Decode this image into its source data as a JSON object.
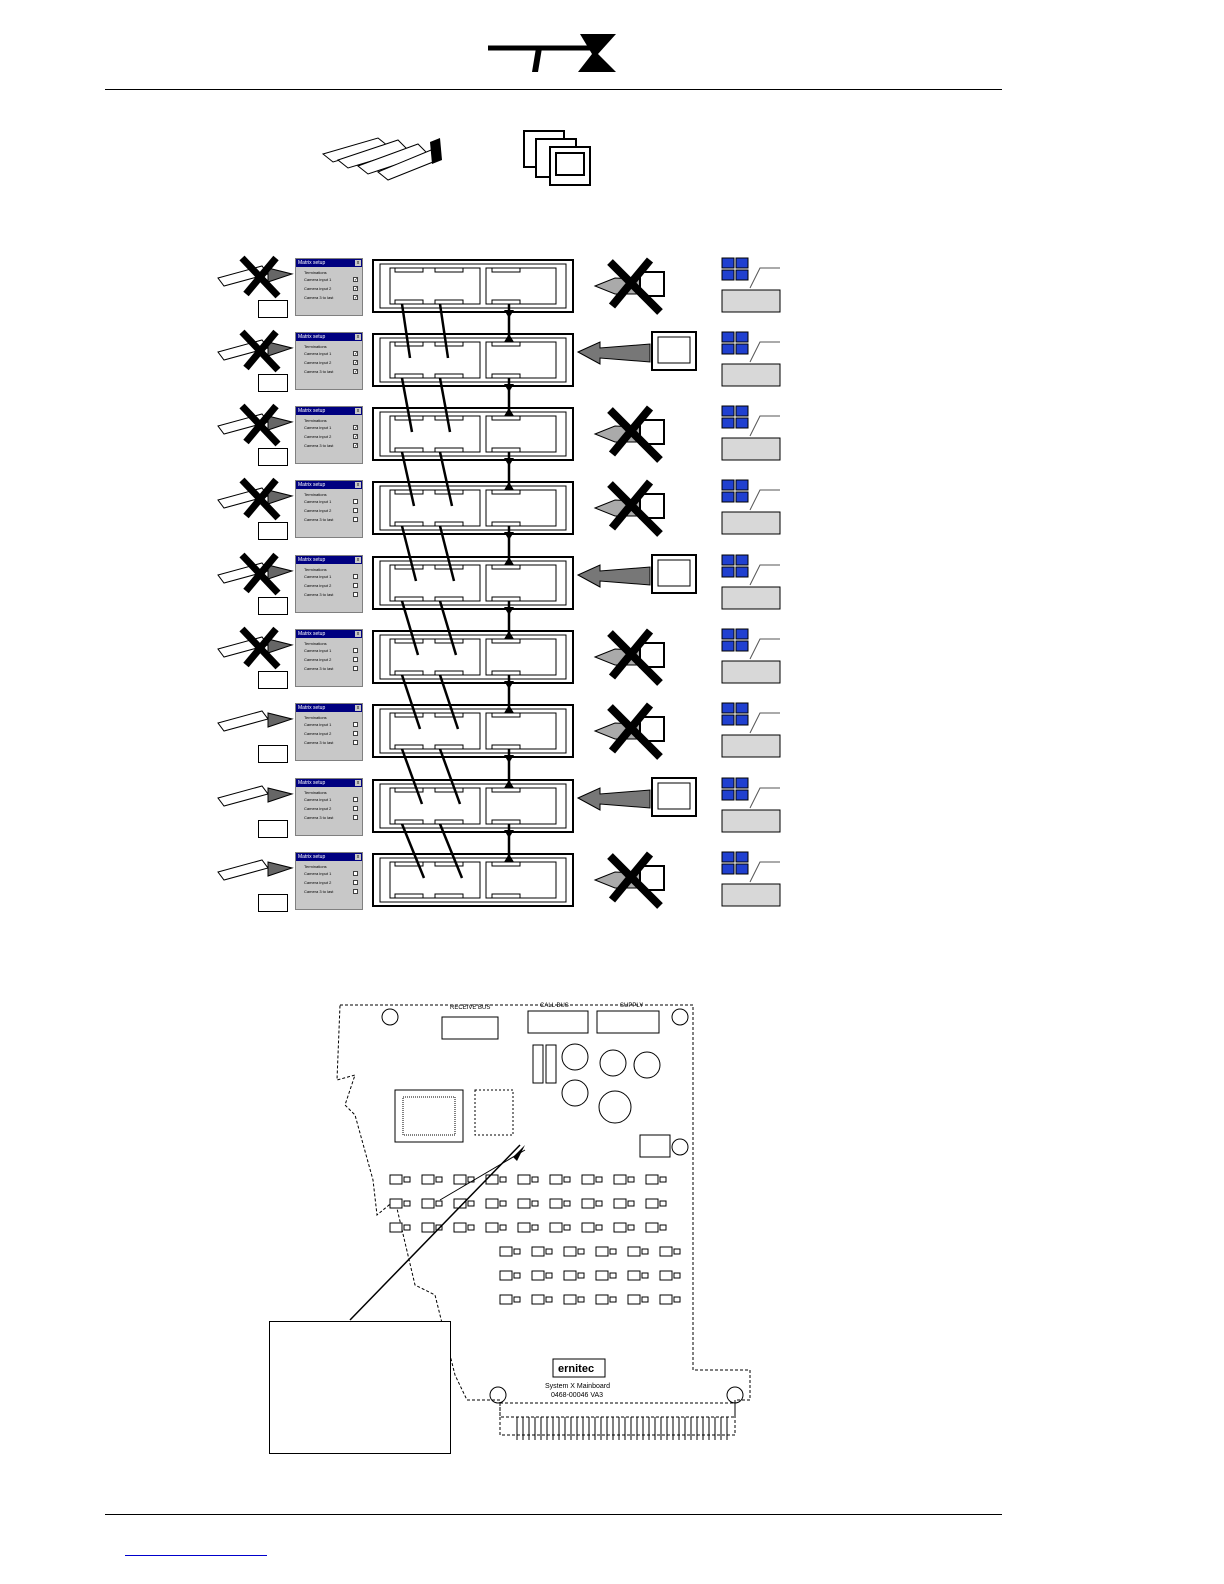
{
  "header": {
    "logo_label": "interlogix-style logo"
  },
  "dialog": {
    "title": "Matrix setup",
    "close": "x",
    "group_label": "Terminations",
    "rows": [
      "Camera input 1",
      "Camera input 2",
      "Camera 3 to last"
    ]
  },
  "rack_rows": [
    {
      "checked": [
        true,
        true,
        true
      ]
    },
    {
      "checked": [
        true,
        true,
        true
      ]
    },
    {
      "checked": [
        true,
        true,
        true
      ]
    },
    {
      "checked": [
        false,
        false,
        false
      ]
    },
    {
      "checked": [
        false,
        false,
        false
      ]
    },
    {
      "checked": [
        false,
        false,
        false
      ]
    },
    {
      "checked": [
        false,
        false,
        false
      ]
    },
    {
      "checked": [
        false,
        false,
        false
      ]
    },
    {
      "checked": [
        false,
        false,
        false
      ]
    }
  ],
  "pcb": {
    "logo": "ernitec",
    "board_name": "System X Mainboard",
    "part_number": "0468-00046 VA3",
    "connector_labels": [
      "RECEIVE BUS",
      "CALL BUS",
      "SUPPLY"
    ]
  },
  "footer": {
    "link_text": ""
  }
}
